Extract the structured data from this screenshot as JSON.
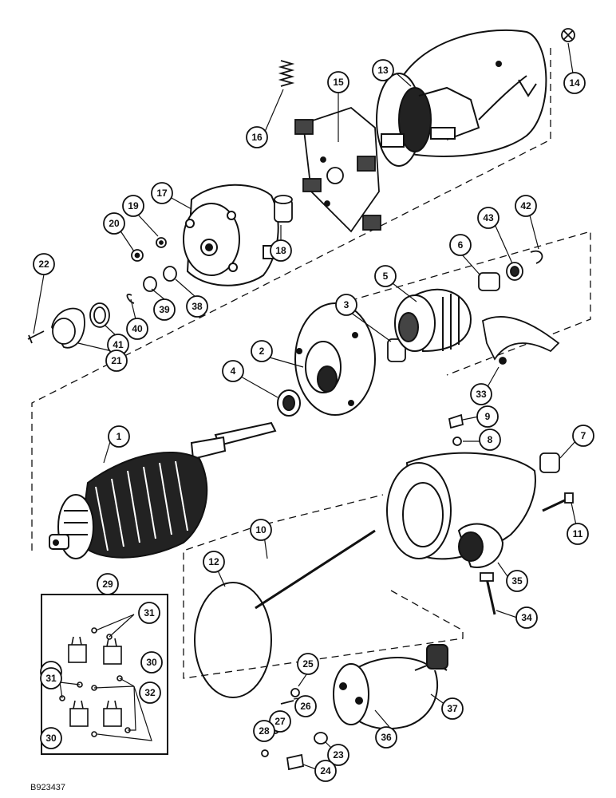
{
  "drawing_code": "B923437",
  "callouts": {
    "c1": "1",
    "c2": "2",
    "c3": "3",
    "c4": "4",
    "c5": "5",
    "c6": "6",
    "c7": "7",
    "c8": "8",
    "c9": "9",
    "c10": "10",
    "c11": "11",
    "c12": "12",
    "c13": "13",
    "c14": "14",
    "c15": "15",
    "c16": "16",
    "c17": "17",
    "c18": "18",
    "c19": "19",
    "c20": "20",
    "c21": "21",
    "c22": "22",
    "c23": "23",
    "c24": "24",
    "c25": "25",
    "c26": "26",
    "c27": "27",
    "c28": "28",
    "c29": "29",
    "c30a": "30",
    "c30b": "30",
    "c30c": "30",
    "c31a": "31",
    "c31b": "31",
    "c32": "32",
    "c33": "33",
    "c34": "34",
    "c35": "35",
    "c36": "36",
    "c37": "37",
    "c38": "38",
    "c39": "39",
    "c40": "40",
    "c41": "41",
    "c42": "42",
    "c43": "43"
  }
}
